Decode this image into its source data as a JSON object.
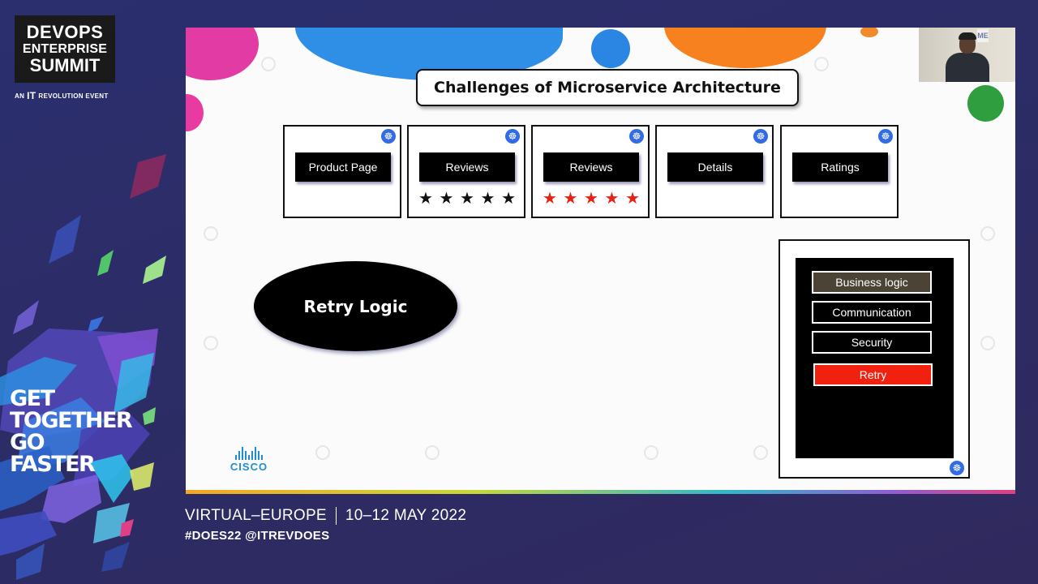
{
  "brand": {
    "logo_line1": "DEVOPS",
    "logo_line2": "ENTERPRISE",
    "logo_line3": "SUMMIT",
    "tagline_prefix": "AN",
    "tagline_mark": "IT",
    "tagline_suffix": "REVOLUTION EVENT",
    "slogan": [
      "GET",
      "TOGETHER",
      "GO",
      "FASTER"
    ]
  },
  "slide": {
    "title": "Challenges of Microservice Architecture",
    "services": [
      {
        "label": "Product Page",
        "stars": 0,
        "star_color": ""
      },
      {
        "label": "Reviews",
        "stars": 5,
        "star_color": "#111111"
      },
      {
        "label": "Reviews",
        "stars": 5,
        "star_color": "#e52213"
      },
      {
        "label": "Details",
        "stars": 0,
        "star_color": ""
      },
      {
        "label": "Ratings",
        "stars": 0,
        "star_color": ""
      }
    ],
    "retry_logic": "Retry Logic",
    "stack_layers": [
      "Business logic",
      "Communication",
      "Security",
      "Retry"
    ],
    "cisco_word": "CISCO",
    "webcam_sign": "ME"
  },
  "event": {
    "location": "VIRTUAL–EUROPE",
    "dates": "10–12 MAY 2022",
    "hashtags": "#DOES22 @ITREVDOES"
  },
  "colors": {
    "background": "#2c2c66",
    "accent_red": "#f2200f",
    "k8s_blue": "#326ce5",
    "cisco_blue": "#1d8fd1"
  },
  "icons": {
    "k8s": "kubernetes-wheel-icon",
    "star": "star-icon"
  }
}
